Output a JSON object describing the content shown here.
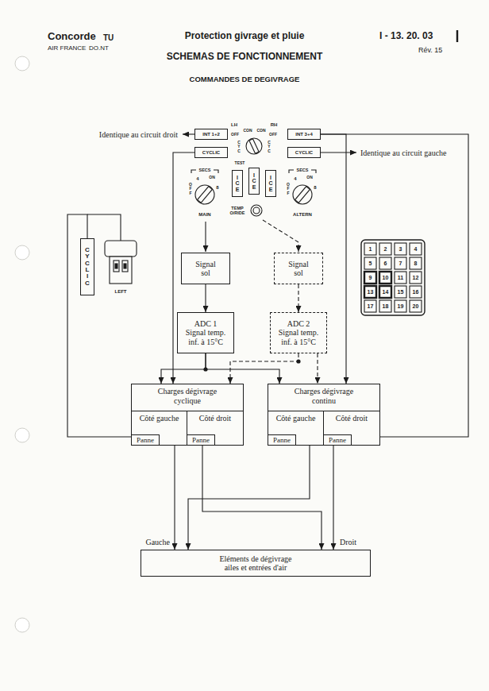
{
  "diagram": {
    "title": "SCHEMAS DE FONCTIONNEMENT",
    "nodes": [
      {
        "text": [
          "INT 1+2"
        ]
      },
      {
        "text": [
          "CYCLIC"
        ]
      },
      {
        "text": [
          "INT 3+4"
        ]
      },
      {
        "text": [
          "CYCLIC"
        ]
      },
      {
        "text": [
          "ICE"
        ]
      },
      {
        "text": [
          "ICE"
        ]
      },
      {
        "text": [
          "ICE"
        ]
      },
      {
        "text": [
          "CYCLIC"
        ]
      },
      {
        "text": [
          "Signal sol"
        ]
      },
      {
        "text": [
          "Signal sol"
        ]
      },
      {
        "text": [
          "ADC 1",
          "Signal temp. inf. à 15°C"
        ]
      },
      {
        "text": [
          "ADC 2",
          "Signal temp. inf. à 15°C"
        ]
      },
      {
        "text": [
          "Charges dégivrage cyclique"
        ]
      },
      {
        "text": [
          "Côté gauche"
        ],
        "in": 12
      },
      {
        "text": [
          "Panne"
        ],
        "in": 13
      },
      {
        "text": [
          "Côté droit"
        ],
        "in": 12
      },
      {
        "text": [
          "Panne"
        ],
        "in": 15
      },
      {
        "text": [
          "Charges dégivrage continu"
        ]
      },
      {
        "text": [
          "Côté gauche"
        ],
        "in": 17
      },
      {
        "text": [
          "Panne"
        ],
        "in": 18
      },
      {
        "text": [
          "Côté droit"
        ],
        "in": 17
      },
      {
        "text": [
          "Panne"
        ],
        "in": 20
      },
      {
        "text": [
          "Eléments de dégivrage ailes et entrées d'air"
        ]
      }
    ],
    "edges": [
      {
        "from": 8,
        "to": 10,
        "arrow": "to"
      },
      {
        "from": 9,
        "to": 11,
        "arrow": "to"
      },
      {
        "from": 10,
        "to": 12,
        "arrow": "to"
      },
      {
        "from": 10,
        "to": 17,
        "arrow": "to"
      },
      {
        "from": 11,
        "to": 12,
        "arrow": "to"
      },
      {
        "from": 11,
        "to": 17,
        "arrow": "to"
      },
      {
        "from": 1,
        "to": 12,
        "arrow": "to"
      },
      {
        "from": 2,
        "to": 17,
        "arrow": "to"
      },
      {
        "from": 13,
        "to": 7,
        "arrow": "none"
      },
      {
        "from": 2,
        "to": 20,
        "arrow": "none"
      },
      {
        "from": 13,
        "to": 22,
        "arrow": "to"
      },
      {
        "from": 15,
        "to": 22,
        "arrow": "to"
      },
      {
        "from": 18,
        "to": 22,
        "arrow": "to"
      },
      {
        "from": 20,
        "to": 22,
        "arrow": "to"
      }
    ],
    "labels": [
      "Concorde",
      "TU",
      "AIR FRANCE",
      "DO.NT",
      "Protection givrage et pluie",
      "COMMANDES DE DEGIVRAGE",
      "I - 13. 20. 03",
      "Rév. 15",
      "Identique au circuit droit",
      "Identique au circuit gauche",
      "LH",
      "RH",
      "OFF",
      "CON",
      "CON",
      "OFF",
      "CYC",
      "CYC",
      "TEST",
      "SECS",
      "OFF",
      "4",
      "ON",
      "8",
      "MAIN",
      "TEMP O/RIDE",
      "SECS",
      "OFF",
      "4",
      "ON",
      "8",
      "ALTERN",
      "LEFT",
      "1",
      "2",
      "3",
      "4",
      "5",
      "6",
      "7",
      "8",
      "9",
      "10",
      "11",
      "12",
      "13",
      "14",
      "15",
      "16",
      "17",
      "18",
      "19",
      "20",
      "Gauche",
      "Droit"
    ]
  }
}
